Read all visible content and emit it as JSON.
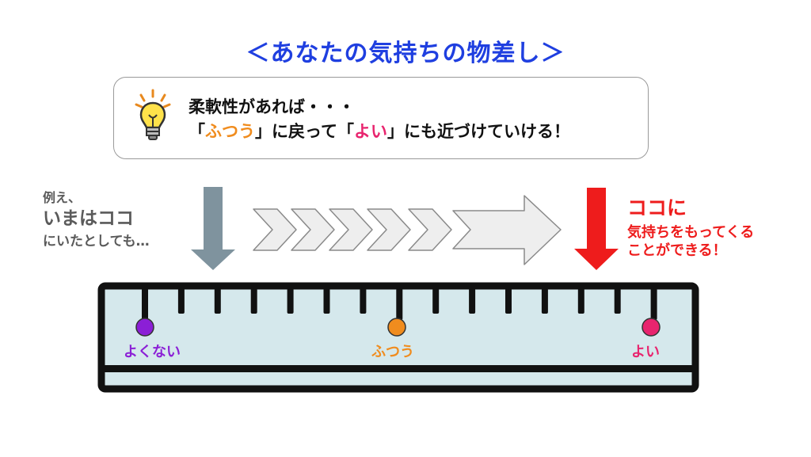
{
  "title": "＜あなたの気持ちの物差し＞",
  "callout": {
    "line1": "柔軟性があれば・・・",
    "line2_parts": [
      "「",
      "ふつう",
      "」に戻って「",
      "よい",
      "」にも近づけていける！"
    ],
    "icon": "lightbulb-icon"
  },
  "left_note": {
    "line1": "例え、",
    "line2": "いまはココ",
    "line3": "にいたとしても…"
  },
  "right_note": {
    "line1": "ココに",
    "line2": "気持ちをもってくる",
    "line3": "ことができる！"
  },
  "ruler_markers": [
    {
      "label": "よくない",
      "color": "#8b1fd6"
    },
    {
      "label": "ふつう",
      "color": "#f08c1e"
    },
    {
      "label": "よい",
      "color": "#e8246e"
    }
  ],
  "colors": {
    "title": "#1f3fe0",
    "left_arrow": "#7f939e",
    "right_arrow": "#ee1c1c",
    "ruler_fill": "#d5e8ec",
    "ruler_border": "#111111",
    "chevrons": "#eeeeee"
  }
}
